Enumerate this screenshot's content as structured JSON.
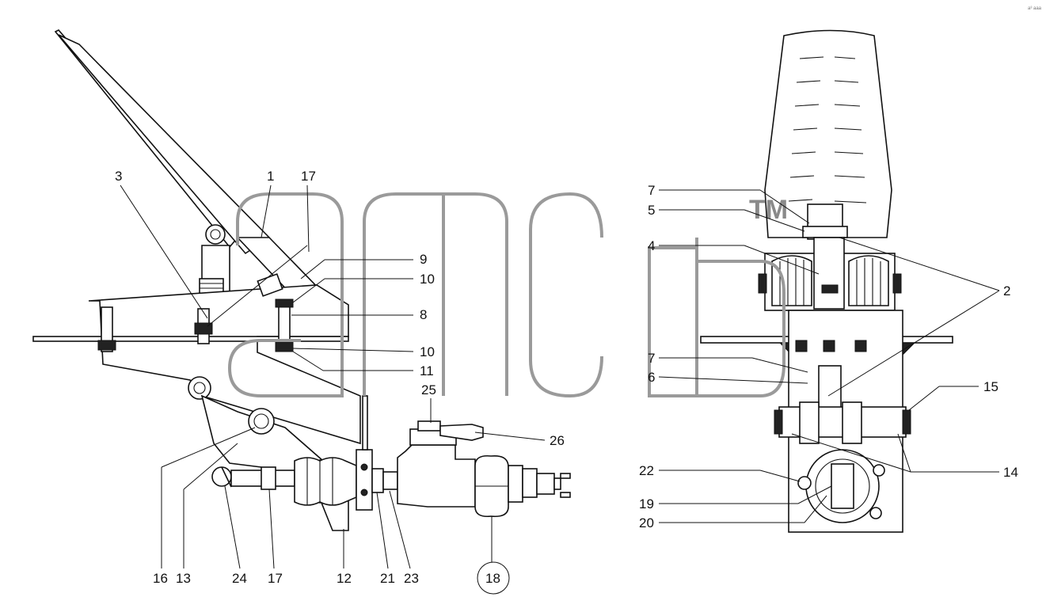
{
  "corner_mark": "a³ aaa",
  "watermark": {
    "mark": "TM"
  },
  "left_view_callouts": [
    "1",
    "3",
    "17",
    "9",
    "10",
    "8",
    "10",
    "11",
    "25",
    "26",
    "16",
    "13",
    "24",
    "17",
    "12",
    "21",
    "23",
    "18"
  ],
  "right_view_callouts": [
    "7",
    "5",
    "4",
    "2",
    "7",
    "6",
    "15",
    "14",
    "22",
    "19",
    "20"
  ],
  "colors": {
    "line": "#111111",
    "watermark": "#9a9a9a",
    "background": "#ffffff"
  }
}
